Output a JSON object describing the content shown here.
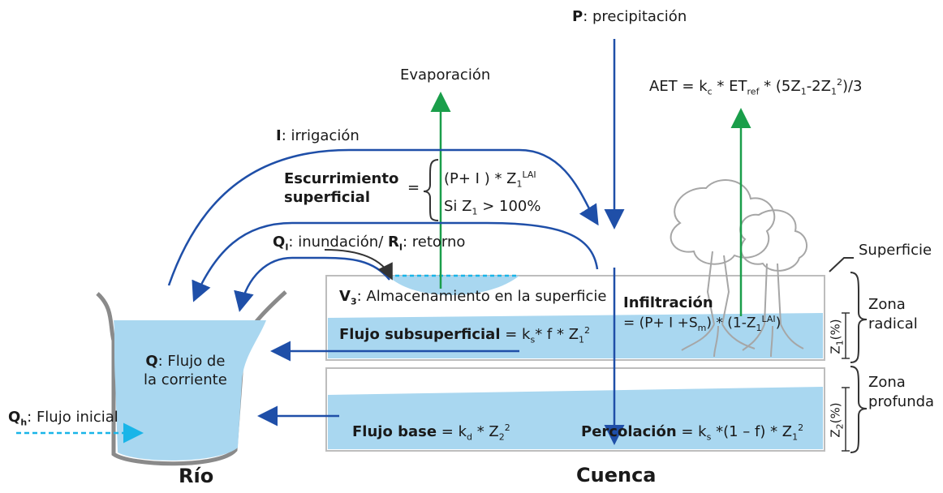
{
  "labels": {
    "precip_sym": "P",
    "precip_text": ": precipitación",
    "evaporacion": "Evaporación",
    "aet_prefix": "AET = k",
    "aet_c": "c",
    "aet_mid": " * ET",
    "aet_ref": "ref",
    "aet_mid2": " * (5Z",
    "aet_1a": "1",
    "aet_mid3": "-2Z",
    "aet_1b": "1",
    "aet_2": "2",
    "aet_end": ")/3",
    "irrig_sym": "I",
    "irrig_text": ": irrigación",
    "escurrimiento_1": "Escurrimiento",
    "escurrimiento_2": "superficial",
    "esc_eq": "=",
    "esc_line1": "(P+ I ) *  Z",
    "esc_line1_sub": "1",
    "esc_line1_sup": "LAI",
    "esc_line2": "Si Z",
    "esc_line2_sub": "1",
    "esc_line2_end": " > 100%",
    "ql_sym": "Q",
    "ql_sub": "I",
    "ql_text": ": inundación/ ",
    "rl_sym": "R",
    "rl_sub": "I",
    "rl_text": ": retorno",
    "superficie": "Superficie",
    "v3_sym": "V",
    "v3_sub": "3",
    "v3_text": ": Almacenamiento en la superficie",
    "infiltracion": "Infiltración",
    "infil_eq": "= (P+ I +S",
    "infil_m": "m",
    "infil_mid": ") * (1-Z",
    "infil_1": "1",
    "infil_lai": "LAI",
    "infil_end": ")",
    "zona_radical_1": "Zona",
    "zona_radical_2": "radical",
    "z1_label": "Z",
    "z1_sub": "1",
    "z1_pct": "(%)",
    "flujo_sub": "Flujo subsuperficial",
    "flujo_sub_eq": " = k",
    "flujo_sub_s": "s",
    "flujo_sub_mid": "* f * Z",
    "flujo_sub_1": "1",
    "flujo_sub_2": "2",
    "q_sym": "Q",
    "q_text1": ": Flujo de",
    "q_text2": "la corriente",
    "zona_profunda_1": "Zona",
    "zona_profunda_2": "profunda",
    "z2_label": "Z",
    "z2_sub": "2",
    "z2_pct": "(%)",
    "qh_sym": "Q",
    "qh_sub": "h",
    "qh_text": ": Flujo inicial",
    "flujo_base": "Flujo base",
    "flujo_base_eq": " = k",
    "flujo_base_d": "d",
    "flujo_base_mid": " * Z",
    "flujo_base_2": "2",
    "flujo_base_sq": "2",
    "percolacion": "Percolación",
    "perc_eq": " = k",
    "perc_s": "s",
    "perc_mid": " *(1 – f) * Z",
    "perc_1": "1",
    "perc_2": "2",
    "rio": "Río",
    "cuenca": "Cuenca"
  },
  "colors": {
    "blue_arrow": "#1f4fa8",
    "green_arrow": "#1a9e4a",
    "water": "#a9d7f0",
    "water_dark": "#7fc1e6",
    "cyan": "#19b5e8",
    "gray": "#8a8a8a"
  }
}
